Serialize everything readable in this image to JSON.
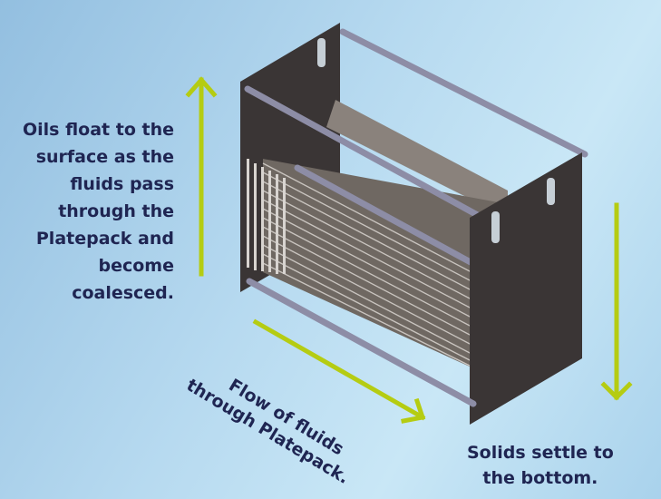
{
  "left_caption": [
    "Oils float to the",
    "surface as the",
    "fluids pass",
    "through the",
    "Platepack and",
    "become",
    "coalesced."
  ],
  "flow_caption": [
    "Flow of fluids",
    "through Platepack."
  ],
  "bottom_caption": [
    "Solids settle to",
    "the bottom."
  ],
  "colors": {
    "arrow": "#b5cc12",
    "text": "#1f2552",
    "panel": "#3a3535",
    "rod": "#8f8fa8",
    "plate": "#7d7670"
  }
}
